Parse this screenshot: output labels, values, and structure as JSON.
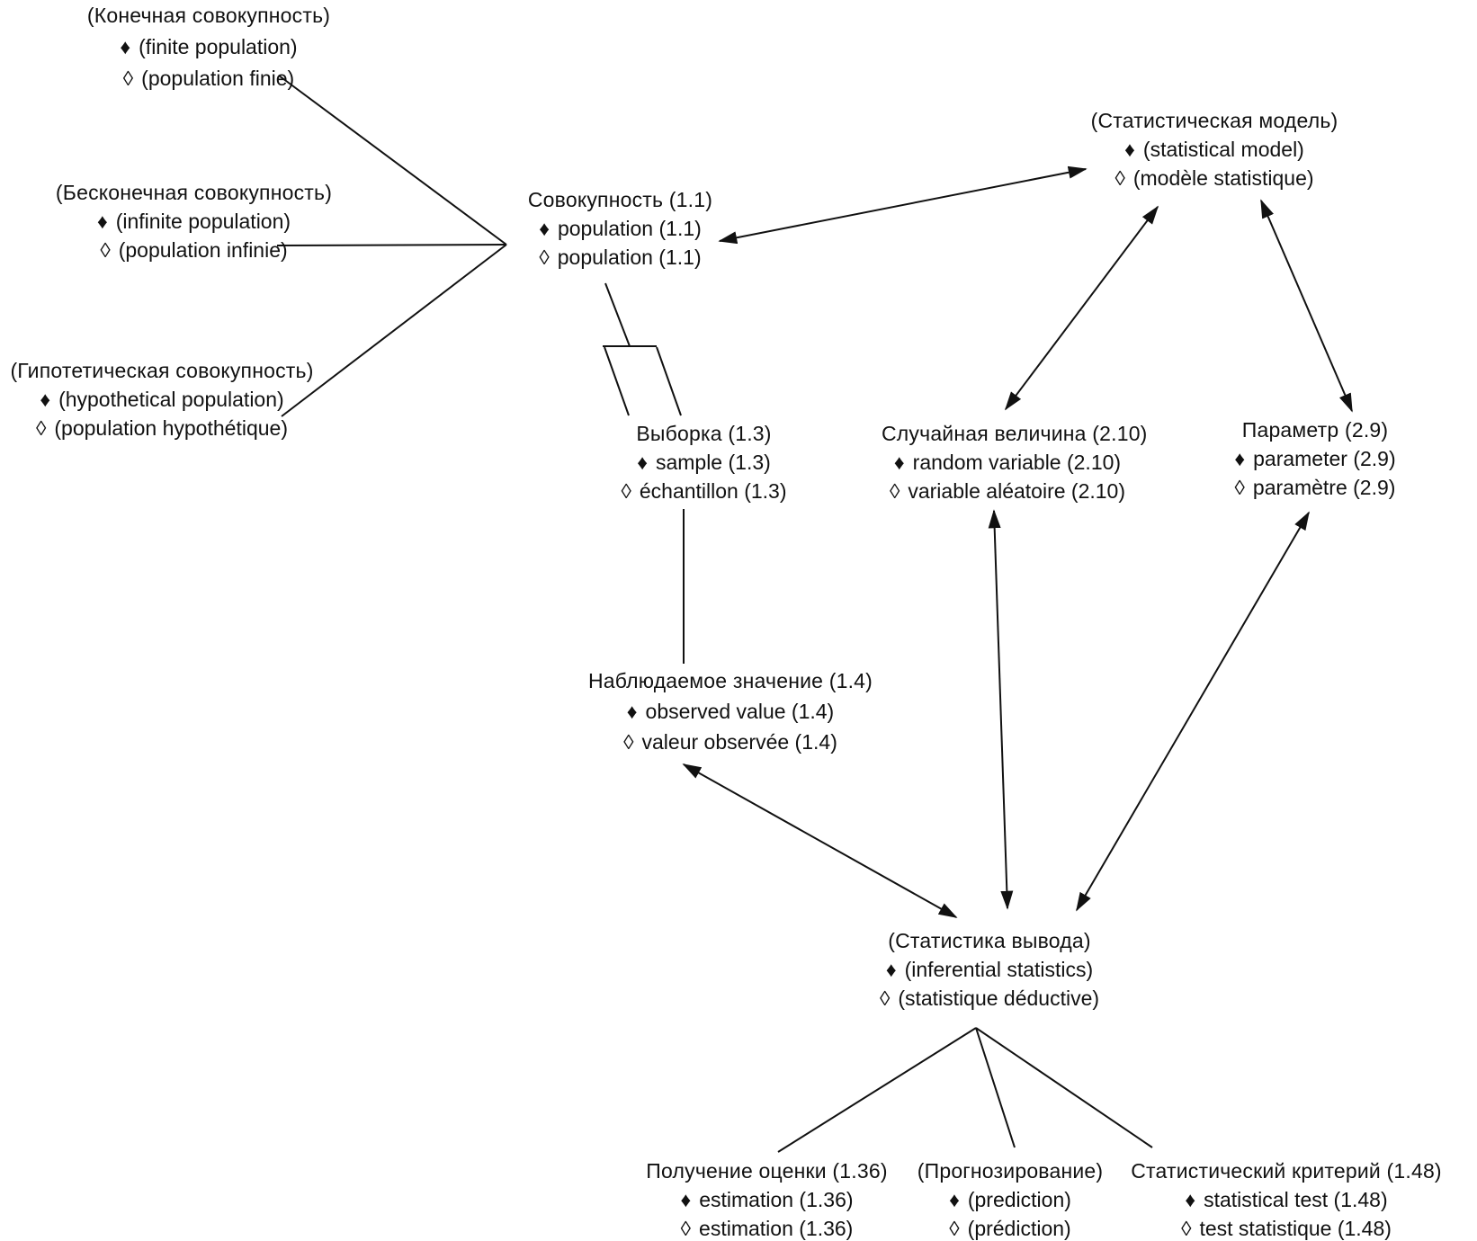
{
  "bullets": {
    "term_en": "♦",
    "term_fr": "◊"
  },
  "colors": {
    "ink": "#111111",
    "background": "#ffffff"
  },
  "concepts": [
    {
      "id": "finite-population",
      "ru": "(Конечная совокупность)",
      "en": "(finite population)",
      "fr": "(population finie)"
    },
    {
      "id": "infinite-population",
      "ru": "(Бесконечная совокупность)",
      "en": "(infinite population)",
      "fr": "(population infinie)"
    },
    {
      "id": "hypothetical-population",
      "ru": "(Гипотетическая совокупность)",
      "en": "(hypothetical population)",
      "fr": "(population hypothétique)"
    },
    {
      "id": "population",
      "ru": "Совокупность (1.1)",
      "en": "population (1.1)",
      "fr": "population (1.1)"
    },
    {
      "id": "statistical-model",
      "ru": "(Статистическая модель)",
      "en": "(statistical model)",
      "fr": "(modèle statistique)"
    },
    {
      "id": "sample",
      "ru": "Выборка (1.3)",
      "en": "sample (1.3)",
      "fr": "échantillon (1.3)"
    },
    {
      "id": "random-variable",
      "ru": "Случайная величина (2.10)",
      "en": "random variable (2.10)",
      "fr": "variable aléatoire (2.10)"
    },
    {
      "id": "parameter",
      "ru": "Параметр (2.9)",
      "en": "parameter (2.9)",
      "fr": "paramètre (2.9)"
    },
    {
      "id": "observed-value",
      "ru": "Наблюдаемое значение (1.4)",
      "en": "observed value (1.4)",
      "fr": "valeur observée (1.4)"
    },
    {
      "id": "inferential-statistics",
      "ru": "(Статистика вывода)",
      "en": "(inferential statistics)",
      "fr": "(statistique déductive)"
    },
    {
      "id": "estimation",
      "ru": "Получение оценки (1.36)",
      "en": "estimation (1.36)",
      "fr": "estimation (1.36)"
    },
    {
      "id": "prediction",
      "ru": "(Прогнозирование)",
      "en": "(prediction)",
      "fr": "(prédiction)"
    },
    {
      "id": "statistical-test",
      "ru": "Статистический критерий (1.48)",
      "en": "statistical test (1.48)",
      "fr": "test statistique (1.48)"
    }
  ]
}
